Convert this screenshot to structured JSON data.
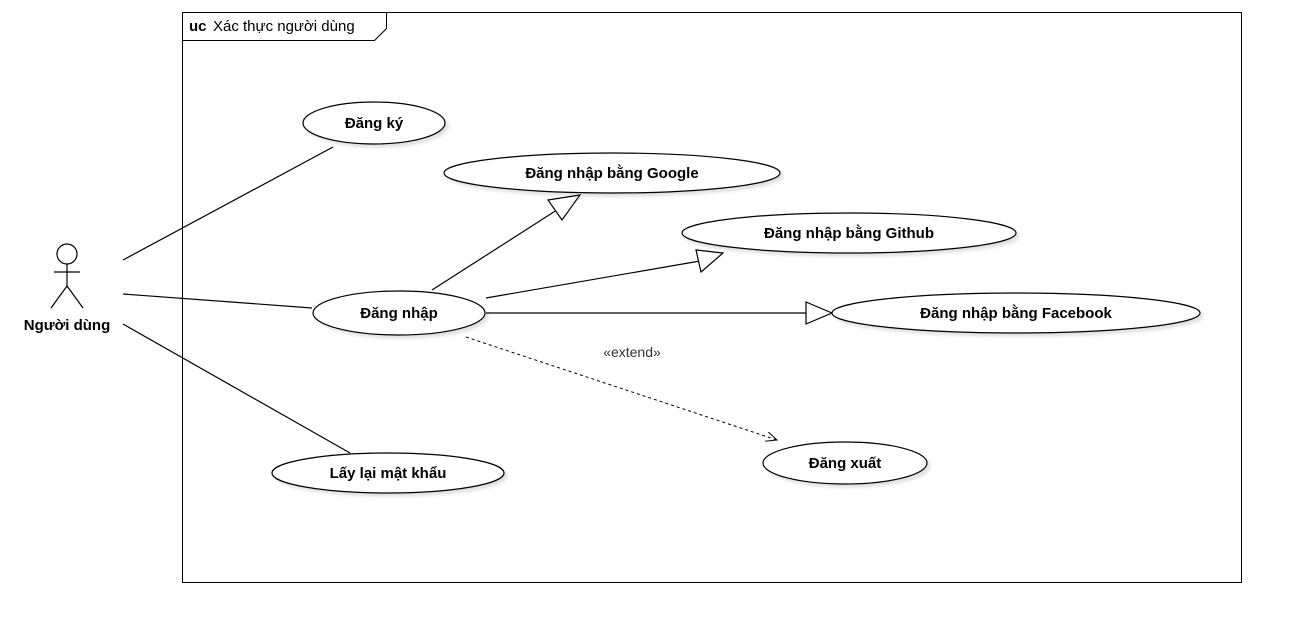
{
  "frame": {
    "keyword": "uc",
    "title": "Xác thực người dùng"
  },
  "actor": {
    "name": "Người  dùng"
  },
  "use_cases": {
    "register": "Đăng ký",
    "login_google": "Đăng nhập bằng Google",
    "login_github": "Đăng nhập bằng Github",
    "login": "Đăng nhập",
    "login_facebook": "Đăng nhập bằng Facebook",
    "recover_password": "Lấy lại mật khẩu",
    "logout": "Đăng xuất"
  },
  "relations": {
    "extend_label": "«extend»"
  }
}
